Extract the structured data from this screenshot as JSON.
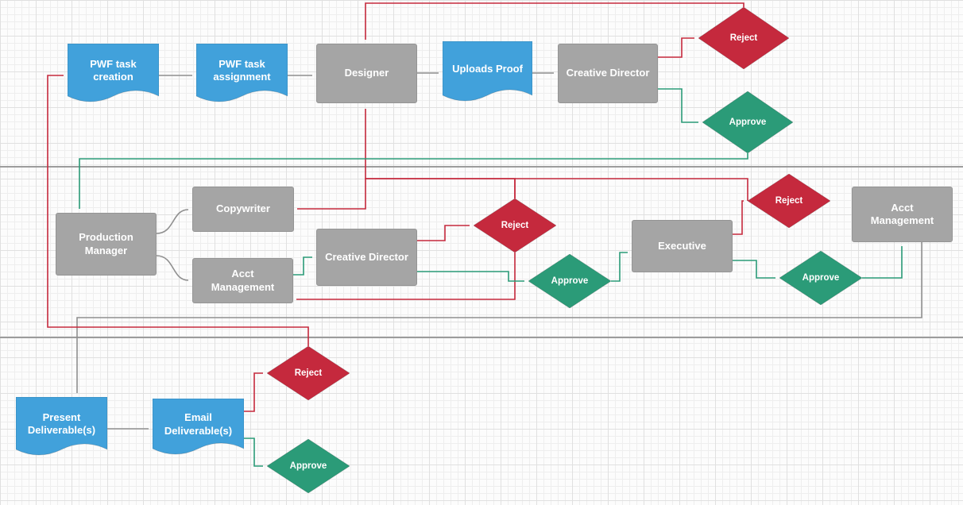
{
  "diagram": {
    "colors": {
      "document": "#41A1DB",
      "process": "#A5A5A5",
      "reject": "#C5293D",
      "approve": "#2B9B78",
      "connector_gray": "#8F8F8F",
      "lane_line": "#9C9C9C"
    },
    "nodes": {
      "pwf_task_creation": {
        "label": "PWF task creation"
      },
      "pwf_task_assignment": {
        "label": "PWF task assignment"
      },
      "designer": {
        "label": "Designer"
      },
      "uploads_proof": {
        "label": "Uploads Proof"
      },
      "creative_director_1": {
        "label": "Creative Director"
      },
      "reject_1": {
        "label": "Reject"
      },
      "approve_1": {
        "label": "Approve"
      },
      "production_manager": {
        "label": "Production Manager"
      },
      "copywriter": {
        "label": "Copywriter"
      },
      "acct_management_1": {
        "label": "Acct Management"
      },
      "creative_director_2": {
        "label": "Creative Director"
      },
      "reject_2": {
        "label": "Reject"
      },
      "approve_2": {
        "label": "Approve"
      },
      "executive": {
        "label": "Executive"
      },
      "reject_3": {
        "label": "Reject"
      },
      "approve_3": {
        "label": "Approve"
      },
      "acct_management_2": {
        "label": "Acct Management"
      },
      "present_deliverables": {
        "label": "Present Deliverable(s)"
      },
      "email_deliverables": {
        "label": "Email Deliverable(s)"
      },
      "reject_4": {
        "label": "Reject"
      },
      "approve_4": {
        "label": "Approve"
      }
    }
  }
}
